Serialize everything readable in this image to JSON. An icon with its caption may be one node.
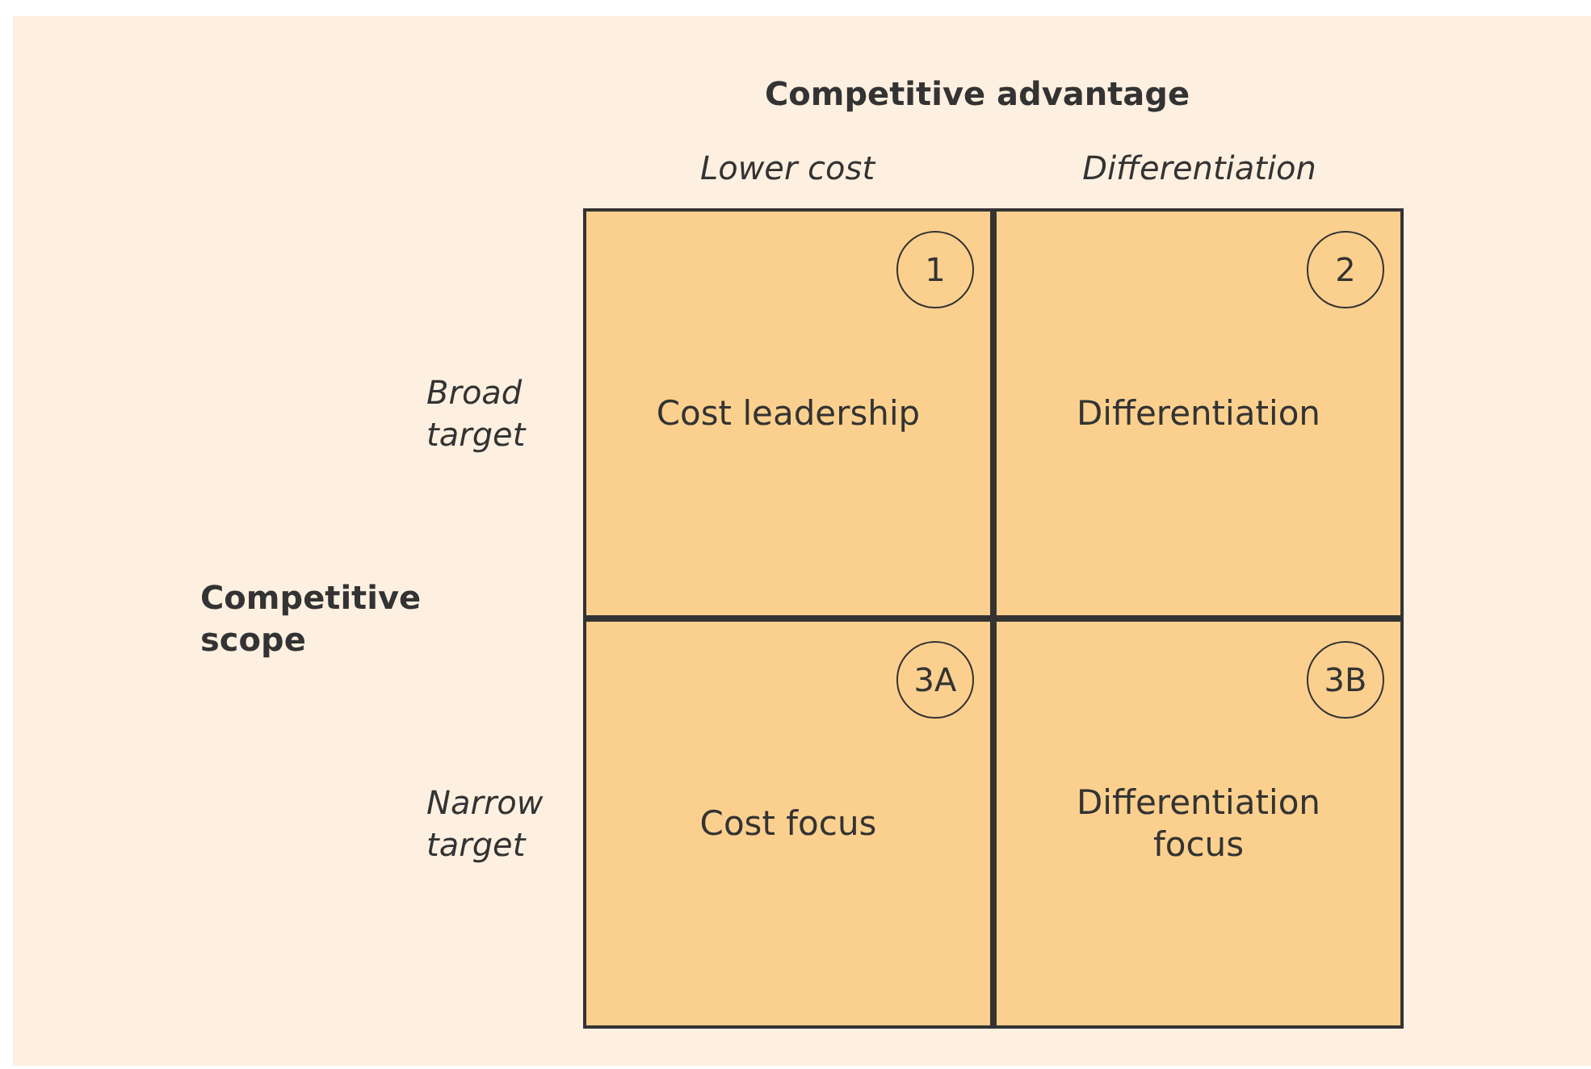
{
  "diagram": {
    "nodes": [
      {
        "text": [
          "Cost leadership"
        ]
      },
      {
        "text": [
          "1"
        ],
        "in": 0
      },
      {
        "text": [
          "Differentiation"
        ]
      },
      {
        "text": [
          "2"
        ],
        "in": 2
      },
      {
        "text": [
          "Cost focus"
        ]
      },
      {
        "text": [
          "3A"
        ],
        "in": 4
      },
      {
        "text": [
          "Differentiation focus"
        ]
      },
      {
        "text": [
          "3B"
        ],
        "in": 6
      }
    ],
    "labels": [
      "Competitive advantage",
      "Lower cost",
      "Differentiation",
      "Broad target",
      "Competitive scope",
      "Narrow target"
    ]
  }
}
